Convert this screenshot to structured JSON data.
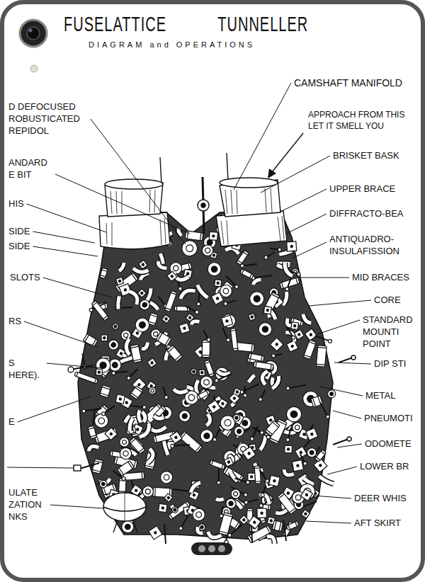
{
  "diagram": {
    "title": "FUSELATTICE TUNNELLER",
    "labels": [
      "DIAGRAM and OPERATIONS",
      "CAMSHAFT MANIFOLD",
      "D DEFOCUSED ROBUSTICATED REPIDOL",
      "APPROACH FROM THIS LET IT SMELL YOU",
      "BRISKET BASK",
      "ANDARD E BIT",
      "UPPER BRACE",
      "HIS",
      "DIFFRACTO-BEA",
      "SIDE",
      "SIDE",
      "ANTIQUADRO- INSULAFISSION",
      "SLOTS",
      "MID BRACES",
      "CORE",
      "RS",
      "STANDARD MOUNTI POINT",
      "S HERE).",
      "DIP STI",
      "METAL",
      "E",
      "PNEUMOTI",
      "ODOMETE",
      "LOWER BR",
      "DEER WHIS",
      "ULATE ZATION NKS",
      "AFT SKIRT"
    ]
  }
}
